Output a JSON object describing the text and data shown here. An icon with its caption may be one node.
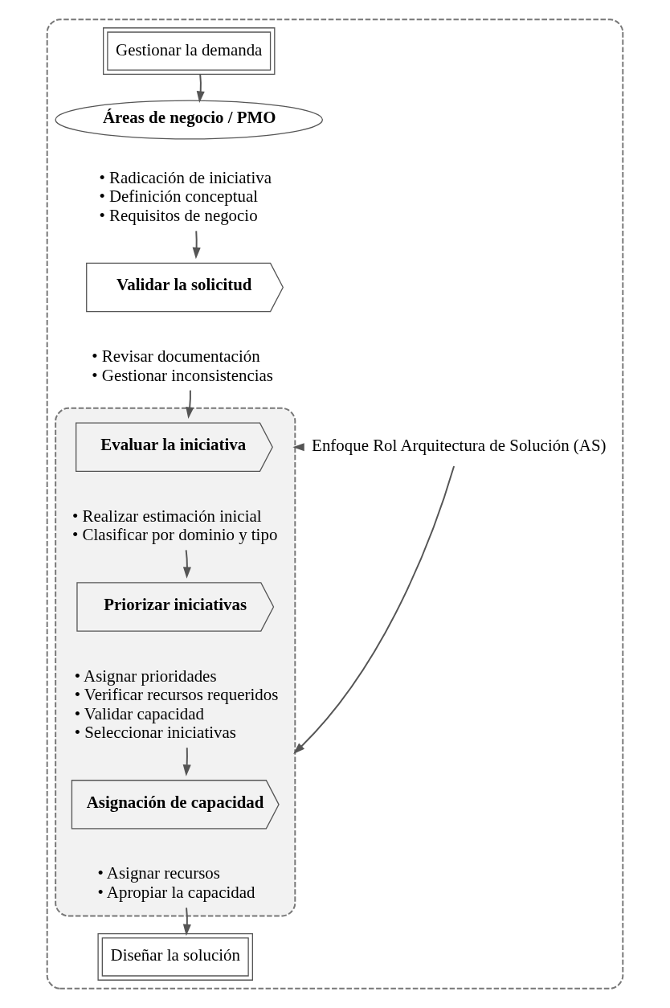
{
  "diagram": {
    "nodes": [
      {
        "text": [],
        "shape": "box"
      },
      {
        "text": [
          "Gestionar la demanda"
        ],
        "in": 0
      },
      {
        "text": [
          "Áreas de negocio / PMO"
        ],
        "in": 0
      },
      {
        "text": [
          "• Radicación de iniciativa",
          "• Definición conceptual",
          "• Requisitos de negocio"
        ],
        "in": 0
      },
      {
        "text": [
          "Validar la solicitud"
        ],
        "in": 0
      },
      {
        "text": [
          "• Revisar documentación",
          "• Gestionar inconsistencias"
        ],
        "in": 0
      },
      {
        "text": [],
        "shape": "box",
        "in": 0
      },
      {
        "text": [
          "Evaluar la iniciativa"
        ],
        "in": 6
      },
      {
        "text": [
          "• Realizar estimación inicial",
          "• Clasificar por dominio y tipo"
        ],
        "in": 6
      },
      {
        "text": [
          "Priorizar iniciativas"
        ],
        "in": 6
      },
      {
        "text": [
          "• Asignar prioridades",
          "• Verificar recursos requeridos",
          "• Validar capacidad",
          "• Seleccionar iniciativas"
        ],
        "in": 6
      },
      {
        "text": [
          "Asignación de capacidad"
        ],
        "in": 6
      },
      {
        "text": [
          "• Asignar recursos",
          "• Apropiar la capacidad"
        ],
        "in": 6
      },
      {
        "text": [
          "Diseñar la solución"
        ],
        "in": 0
      },
      {
        "text": [
          "Enfoque Rol Arquitectura de Solución (AS)"
        ],
        "in": 0
      }
    ],
    "edges": [
      {
        "from": 1,
        "to": 2,
        "arrow": "to"
      },
      {
        "from": 3,
        "to": 4,
        "arrow": "to"
      },
      {
        "from": 5,
        "to": 7,
        "arrow": "to"
      },
      {
        "from": 8,
        "to": 9,
        "arrow": "to"
      },
      {
        "from": 10,
        "to": 11,
        "arrow": "to"
      },
      {
        "from": 12,
        "to": 13,
        "arrow": "to"
      },
      {
        "from": 14,
        "to": 6,
        "arrow": "to"
      },
      {
        "from": 14,
        "to": 6,
        "arrow": "to"
      }
    ]
  }
}
